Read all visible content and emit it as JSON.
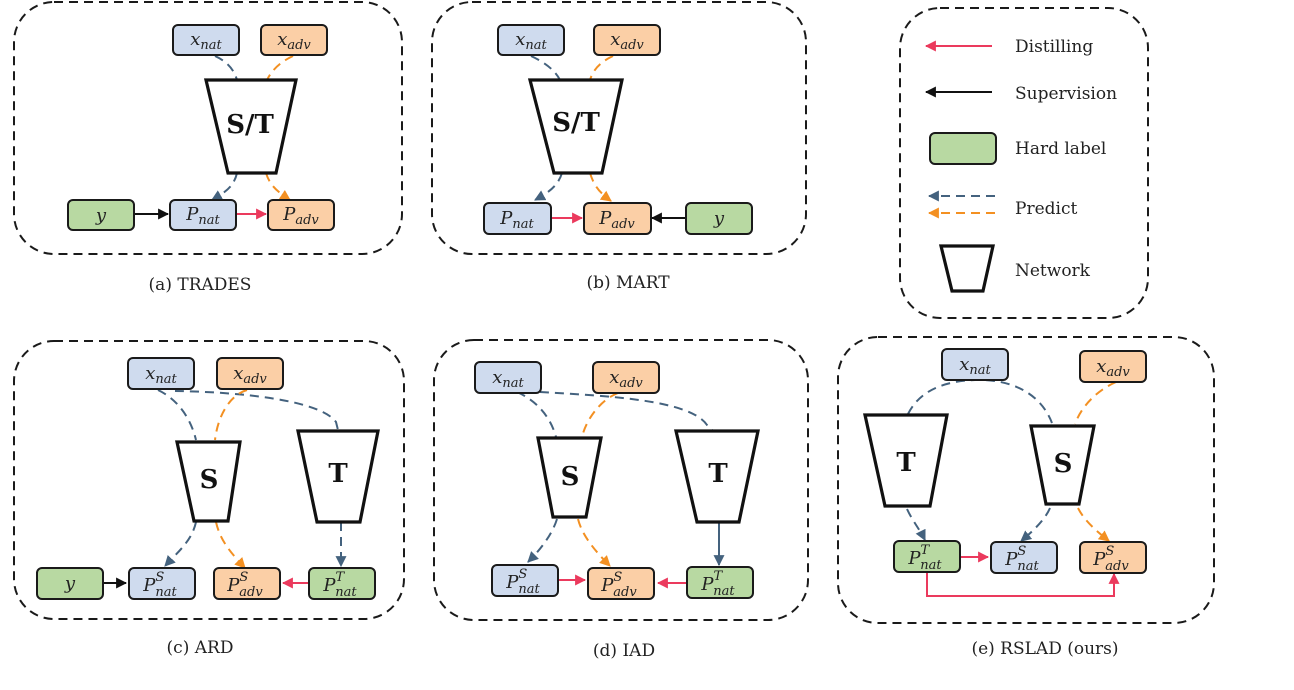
{
  "colors": {
    "nat_box": "#cfdbee",
    "adv_box": "#fbcfa6",
    "hard_label_box": "#b8d9a2",
    "predict_nat": "#44627e",
    "predict_adv": "#f39022",
    "distilling": "#eb3a5d",
    "supervision": "#111111"
  },
  "panels": {
    "trades": {
      "caption": "(a) TRADES",
      "network": "S/T",
      "inputs": {
        "nat": {
          "base": "x",
          "sub": "nat"
        },
        "adv": {
          "base": "x",
          "sub": "adv"
        }
      },
      "outputs": {
        "label": "y",
        "p_nat": {
          "base": "P",
          "sub": "nat"
        },
        "p_adv": {
          "base": "P",
          "sub": "adv"
        }
      },
      "edges": [
        "x_nat -> S/T (predict)",
        "x_adv -> S/T (predict)",
        "S/T -> P_nat (predict)",
        "S/T -> P_adv (predict)",
        "y -> P_nat (supervision)",
        "P_nat -> P_adv (distilling)"
      ]
    },
    "mart": {
      "caption": "(b) MART",
      "network": "S/T",
      "inputs": {
        "nat": {
          "base": "x",
          "sub": "nat"
        },
        "adv": {
          "base": "x",
          "sub": "adv"
        }
      },
      "outputs": {
        "label": "y",
        "p_nat": {
          "base": "P",
          "sub": "nat"
        },
        "p_adv": {
          "base": "P",
          "sub": "adv"
        }
      },
      "edges": [
        "x_nat -> S/T (predict)",
        "x_adv -> S/T (predict)",
        "S/T -> P_nat (predict)",
        "S/T -> P_adv (predict)",
        "P_nat -> P_adv (distilling)",
        "y -> P_adv (supervision)"
      ]
    },
    "ard": {
      "caption": "(c) ARD",
      "student": "S",
      "teacher": "T",
      "inputs": {
        "nat": {
          "base": "x",
          "sub": "nat"
        },
        "adv": {
          "base": "x",
          "sub": "adv"
        }
      },
      "outputs": {
        "label": "y",
        "ps_nat": {
          "base": "P",
          "sup": "S",
          "sub": "nat"
        },
        "ps_adv": {
          "base": "P",
          "sup": "S",
          "sub": "adv"
        },
        "pt_nat": {
          "base": "P",
          "sup": "T",
          "sub": "nat"
        }
      },
      "edges": [
        "x_nat -> S",
        "x_adv -> S",
        "x_nat -> T",
        "S -> P^S_nat",
        "S -> P^S_adv",
        "T -> P^T_nat",
        "y -> P^S_nat (supervision)",
        "P^T_nat -> P^S_adv (distilling)"
      ]
    },
    "iad": {
      "caption": "(d) IAD",
      "student": "S",
      "teacher": "T",
      "inputs": {
        "nat": {
          "base": "x",
          "sub": "nat"
        },
        "adv": {
          "base": "x",
          "sub": "adv"
        }
      },
      "outputs": {
        "ps_nat": {
          "base": "P",
          "sup": "S",
          "sub": "nat"
        },
        "ps_adv": {
          "base": "P",
          "sup": "S",
          "sub": "adv"
        },
        "pt_nat": {
          "base": "P",
          "sup": "T",
          "sub": "nat"
        }
      },
      "edges": [
        "x_nat -> S",
        "x_adv -> S",
        "x_nat -> T",
        "S -> P^S_nat",
        "S -> P^S_adv",
        "T -> P^T_nat",
        "P^S_nat -> P^S_adv (distilling)",
        "P^T_nat -> P^S_adv (distilling)"
      ]
    },
    "rslad": {
      "caption": "(e) RSLAD (ours)",
      "student": "S",
      "teacher": "T",
      "inputs": {
        "nat": {
          "base": "x",
          "sub": "nat"
        },
        "adv": {
          "base": "x",
          "sub": "adv"
        }
      },
      "outputs": {
        "pt_nat": {
          "base": "P",
          "sup": "T",
          "sub": "nat"
        },
        "ps_nat": {
          "base": "P",
          "sup": "S",
          "sub": "nat"
        },
        "ps_adv": {
          "base": "P",
          "sup": "S",
          "sub": "adv"
        }
      },
      "edges": [
        "x_nat -> T",
        "x_nat -> S",
        "x_adv -> S",
        "T -> P^T_nat",
        "S -> P^S_nat",
        "S -> P^S_adv",
        "P^T_nat -> P^S_nat (distilling)",
        "P^T_nat -> P^S_adv (distilling)"
      ]
    }
  },
  "legend": {
    "items": [
      {
        "key": "distilling",
        "label": "Distilling"
      },
      {
        "key": "supervision",
        "label": "Supervision"
      },
      {
        "key": "hard_label",
        "label": "Hard label"
      },
      {
        "key": "predict",
        "label": "Predict"
      },
      {
        "key": "network",
        "label": "Network"
      }
    ]
  }
}
